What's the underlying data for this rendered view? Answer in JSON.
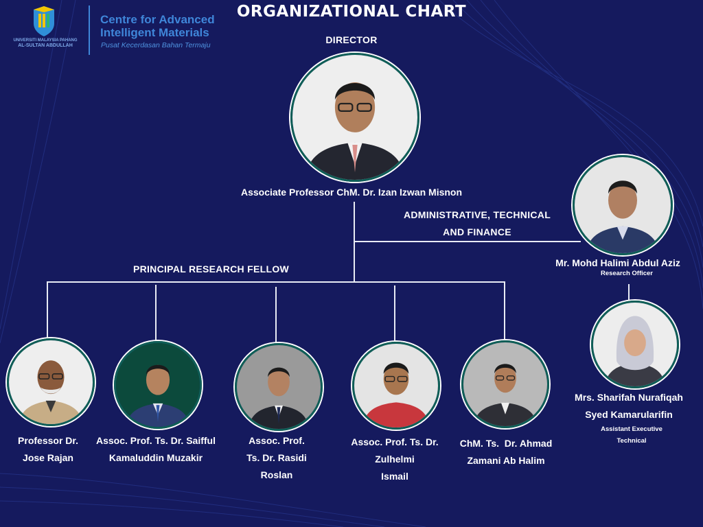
{
  "title": "ORGANIZATIONAL CHART",
  "logo": {
    "centre_line1": "Centre for Advanced",
    "centre_line2": "Intelligent Materials",
    "centre_malay": "Pusat Kecerdasan Bahan Termaju",
    "university_line1": "UNIVERSITI MALAYSIA PAHANG",
    "university_line2": "AL-SULTAN ABDULLAH"
  },
  "director": {
    "heading": "DIRECTOR",
    "name": "Associate Professor ChM. Dr. Izan Izwan Misnon"
  },
  "admin": {
    "heading_line1": "ADMINISTRATIVE, TECHNICAL",
    "heading_line2": "AND FINANCE",
    "officer_name": "Mr. Mohd Halimi Abdul Aziz",
    "officer_role": "Research Officer",
    "assistant_name_line1": "Mrs. Sharifah Nurafiqah",
    "assistant_name_line2": "Syed Kamarularifin",
    "assistant_role_line1": "Assistant Executive",
    "assistant_role_line2": "Technical"
  },
  "fellows": {
    "heading": "PRINCIPAL RESEARCH FELLOW",
    "members": [
      {
        "lines": [
          "Professor Dr.",
          "Jose Rajan"
        ]
      },
      {
        "lines": [
          "Assoc. Prof. Ts. Dr. Saifful",
          "Kamaluddin Muzakir"
        ]
      },
      {
        "lines": [
          "Assoc. Prof.",
          "Ts. Dr. Rasidi",
          "Roslan"
        ]
      },
      {
        "lines": [
          "Assoc. Prof. Ts. Dr.",
          "Zulhelmi",
          "Ismail"
        ]
      },
      {
        "lines": [
          "ChM. Ts.  Dr. Ahmad",
          "Zamani Ab Halim"
        ]
      }
    ]
  },
  "colors": {
    "background": "#151a5e",
    "photo_border": "#0f5f57",
    "logo_blue": "#3f86d9",
    "connector": "#e9ecf5"
  }
}
